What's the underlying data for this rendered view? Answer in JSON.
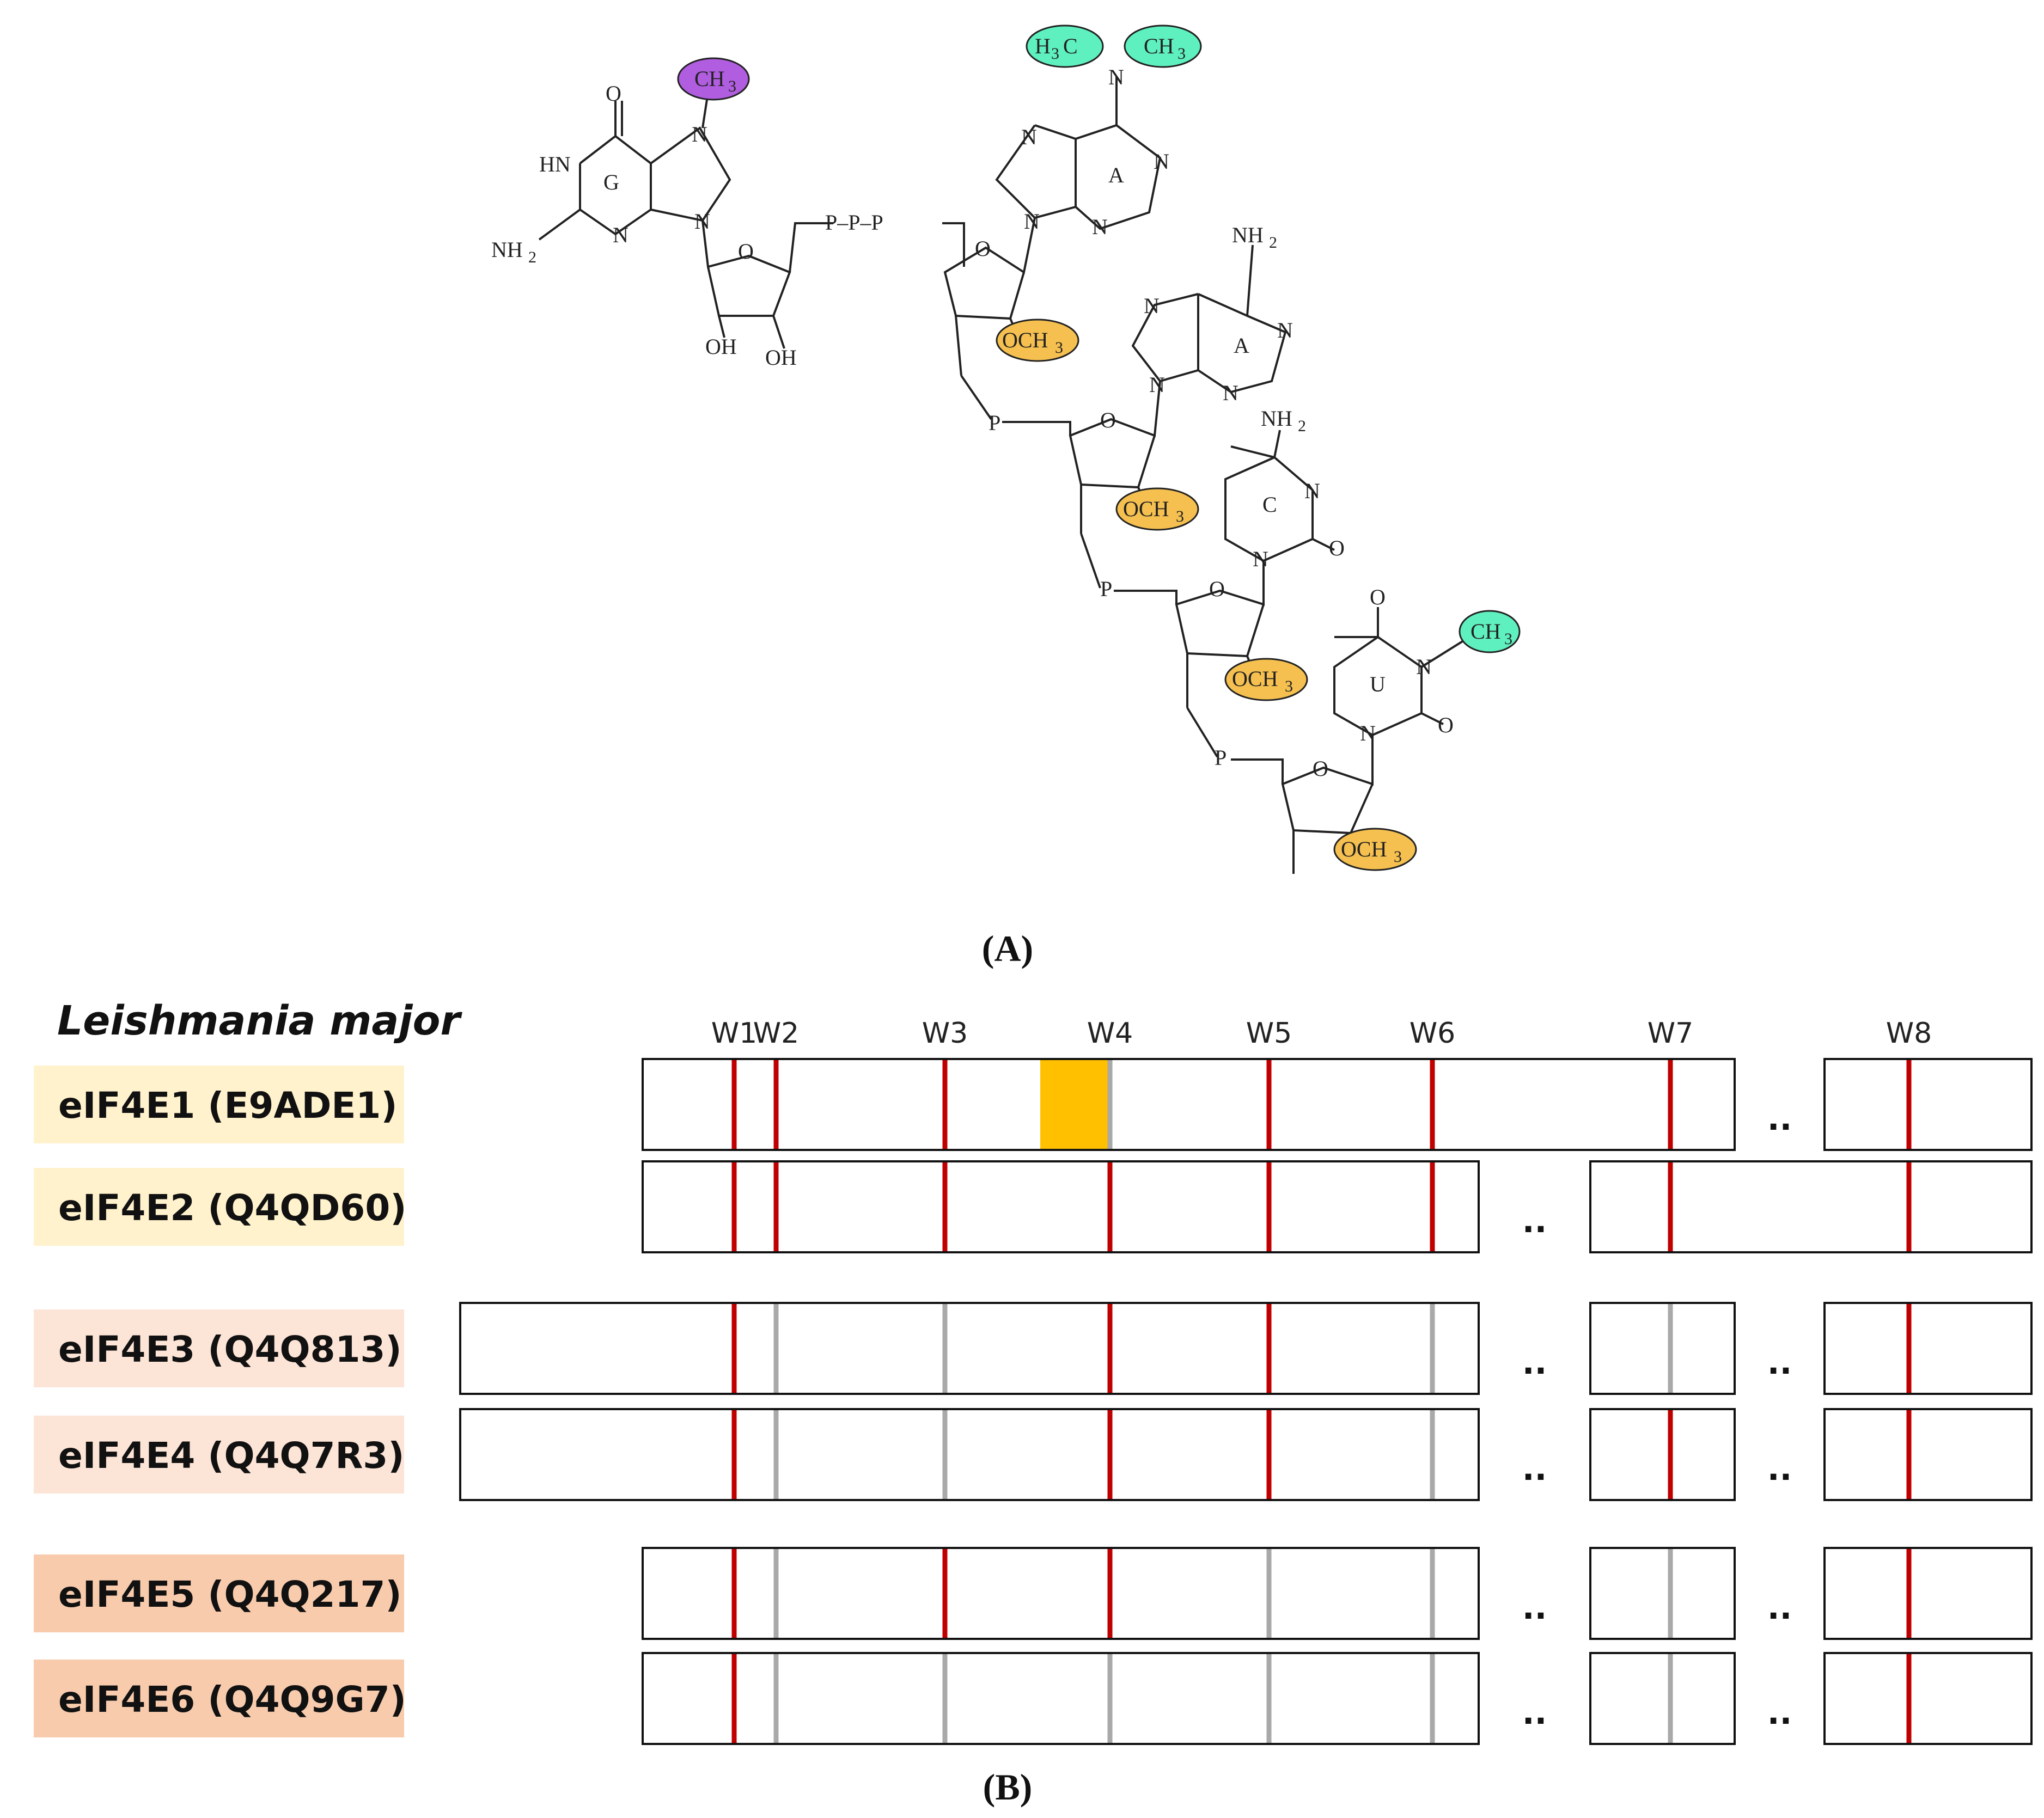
{
  "panel_a": {
    "label": "(A)",
    "bases": {
      "g": "G",
      "a1": "A",
      "a2": "A",
      "c": "C",
      "u": "U"
    },
    "atoms": {
      "o": "O",
      "n": "N",
      "hn": "HN",
      "p": "P",
      "oh": "OH",
      "nh2": "NH",
      "ch3": "CH",
      "h3c": "H",
      "h3c_tail": "C",
      "och3": "OCH",
      "sub2": "2",
      "sub3": "3",
      "ppp": "P–P–P"
    },
    "colors": {
      "m7_methyl": "#b05de0",
      "dimethyl": "#5ff0c0",
      "ome": "#f5c04f",
      "u_methyl": "#5ff0c0"
    }
  },
  "panel_b": {
    "label": "(B)",
    "organism": "Leishmania major",
    "w_labels": [
      "W1",
      "W2",
      "W3",
      "W4",
      "W5",
      "W6",
      "W7",
      "W8"
    ],
    "gap_symbol": "..",
    "colors": {
      "conserved": "#c00000",
      "not_conserved": "#a9a9a9",
      "highlight": "#ffc000"
    },
    "legend_colors": [
      "#fff2cc",
      "#fce4d6",
      "#f8cbad"
    ],
    "proteins": [
      {
        "name": "eIF4E1 (E9ADE1)",
        "group": 0,
        "marks": [
          "red",
          "red",
          "red",
          "gray",
          "red",
          "red",
          "red",
          "red"
        ],
        "w4_highlight": true
      },
      {
        "name": "eIF4E2 (Q4QD60)",
        "group": 0,
        "marks": [
          "red",
          "red",
          "red",
          "red",
          "red",
          "red",
          "red",
          "red"
        ]
      },
      {
        "name": "eIF4E3 (Q4Q813)",
        "group": 1,
        "marks": [
          "red",
          "gray",
          "gray",
          "red",
          "red",
          "gray",
          "gray",
          "red"
        ]
      },
      {
        "name": "eIF4E4 (Q4Q7R3)",
        "group": 1,
        "marks": [
          "red",
          "gray",
          "gray",
          "red",
          "red",
          "gray",
          "red",
          "red"
        ]
      },
      {
        "name": "eIF4E5 (Q4Q217)",
        "group": 2,
        "marks": [
          "red",
          "gray",
          "red",
          "red",
          "gray",
          "gray",
          "gray",
          "red"
        ]
      },
      {
        "name": "eIF4E6 (Q4Q9G7)",
        "group": 2,
        "marks": [
          "red",
          "gray",
          "gray",
          "gray",
          "gray",
          "gray",
          "gray",
          "red"
        ]
      }
    ]
  }
}
